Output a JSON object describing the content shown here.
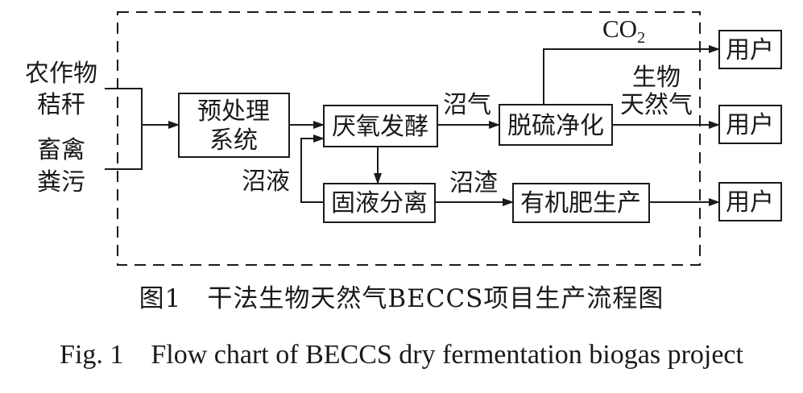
{
  "inputs": {
    "straw_line1": "农作物",
    "straw_line2": "秸秆",
    "manure_line1": "畜禽",
    "manure_line2": "粪污"
  },
  "nodes": {
    "pretreatment_line1": "预处理",
    "pretreatment_line2": "系统",
    "anaerobic": "厌氧发酵",
    "separation": "固液分离",
    "desulfurization": "脱硫净化",
    "fertilizer": "有机肥生产",
    "user_co2": "用户",
    "user_gas": "用户",
    "user_fertilizer": "用户"
  },
  "edges": {
    "biogas": "沼气",
    "digestate_liquid": "沼液",
    "digestate_solid": "沼渣",
    "co2_base": "CO",
    "co2_sub": "2",
    "biomethane_line1": "生物",
    "biomethane_line2": "天然气"
  },
  "caption": {
    "chinese": "图1　干法生物天然气BECCS项目生产流程图",
    "english": "Fig. 1　Flow chart of BECCS dry fermentation biogas project"
  }
}
